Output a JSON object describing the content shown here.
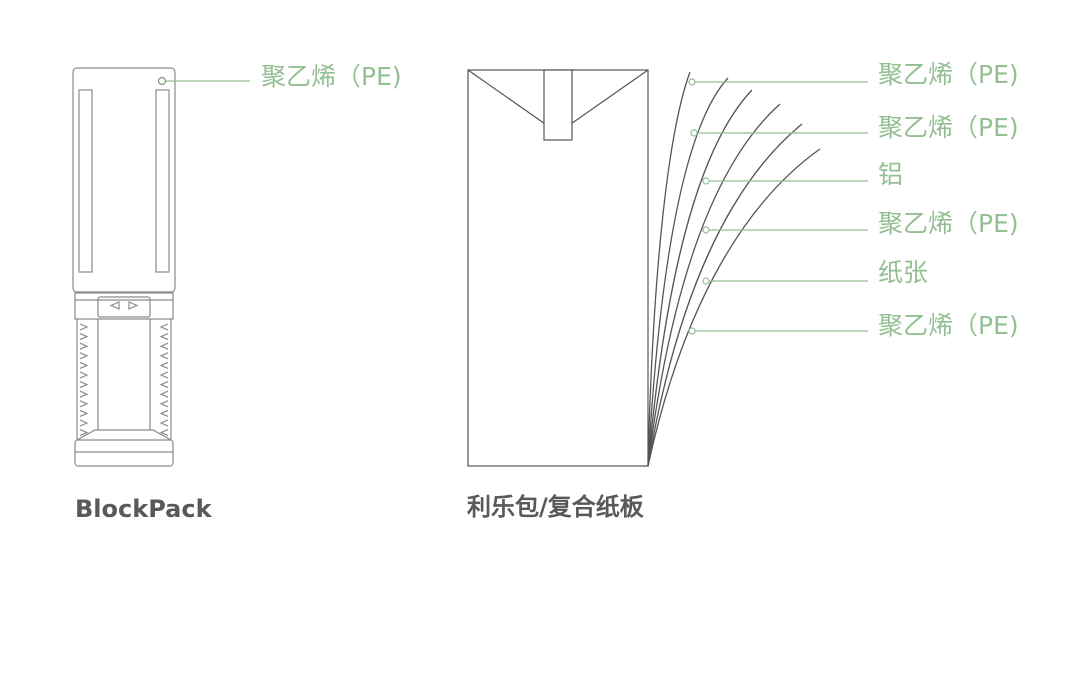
{
  "blockpack": {
    "name": "BlockPack",
    "label": "聚乙烯（PE)"
  },
  "carton": {
    "name": "利乐包/复合纸板",
    "layers": [
      "聚乙烯（PE)",
      "聚乙烯（PE)",
      "铝",
      "聚乙烯（PE)",
      "纸张",
      "聚乙烯（PE)"
    ]
  },
  "colors": {
    "outline": "#8a8a8a",
    "layer_line": "#555555",
    "accent_green": "#93bf93",
    "caption": "#595959"
  }
}
